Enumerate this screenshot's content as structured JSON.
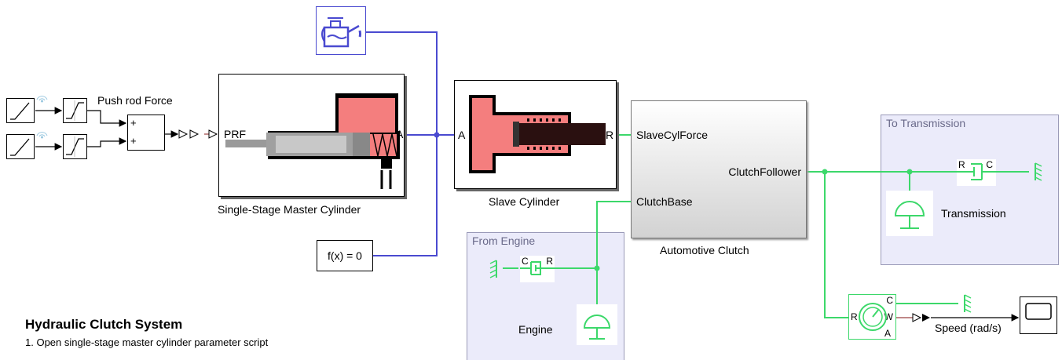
{
  "blocks": {
    "push_rod_force_label": "Push rod Force",
    "master_cylinder": {
      "name": "Single-Stage Master Cylinder",
      "port_prf": "PRF",
      "port_a": "A"
    },
    "slave_cylinder": {
      "name": "Slave Cylinder",
      "port_a": "A",
      "port_r": "R"
    },
    "automotive_clutch": {
      "name": "Automotive Clutch",
      "port_slave_force": "SlaveCylForce",
      "port_follower": "ClutchFollower",
      "port_base": "ClutchBase"
    },
    "solver_config": "f(x) = 0",
    "sum_signs": [
      "+",
      "+"
    ],
    "speed_label": "Speed (rad/s)",
    "sensor_ports": {
      "r": "R",
      "c": "C",
      "w": "W",
      "a": "A"
    }
  },
  "areas": {
    "from_engine": {
      "title": "From Engine",
      "engine_label": "Engine",
      "port_c": "C",
      "port_r": "R"
    },
    "to_transmission": {
      "title": "To Transmission",
      "transmission_label": "Transmission",
      "port_r": "R",
      "port_c": "C"
    }
  },
  "annotation": {
    "title": "Hydraulic Clutch System",
    "step1": "1. Open single-stage master cylinder parameter script"
  },
  "colors": {
    "hydraulic_line": "#4a4ad0",
    "mechanical_line": "#3cd86a",
    "physical_signal": "#9a4040",
    "fluid": "#f47e7e",
    "area_fill": "#ebebfa"
  }
}
